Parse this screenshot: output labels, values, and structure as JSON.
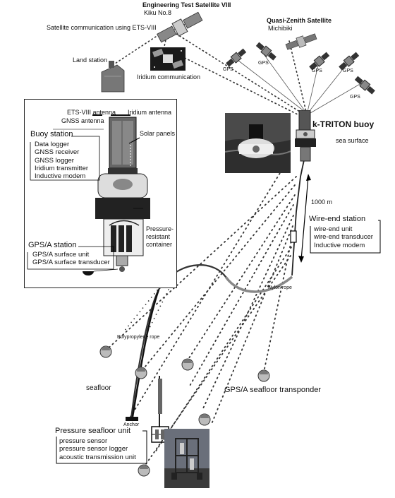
{
  "satellites": {
    "ets8_name": "Engineering Test Satellite VIII",
    "ets8_nickname": "Kiku No.8",
    "qzss_name": "Quasi-Zenith Satellite",
    "qzss_nickname": "Michibiki",
    "gps_label": "GPS"
  },
  "links": {
    "ets8_comm": "Satellite communication using ETS-VIII",
    "land_station": "Land station",
    "iridium_comm": "Iridium communication"
  },
  "buoy": {
    "name": "k-TRITON buoy",
    "sea_surface": "sea surface",
    "depth": "1000 m"
  },
  "inset": {
    "ets8_antenna": "ETS-VIII antenna",
    "iridium_antenna": "Iridium antenna",
    "gnss_antenna": "GNSS antenna",
    "solar_panels": "Solar panels",
    "pressure_container": "Pressure-\nresistant\ncontainer",
    "buoy_station": {
      "title": "Buoy station",
      "items": [
        "Data logger",
        "GNSS receiver",
        "GNSS logger",
        "Iridium transmitter",
        "Inductive modem"
      ]
    },
    "gpsa_station": {
      "title": "GPS/A station",
      "items": [
        "GPS/A surface unit",
        "GPS/A surface transducer"
      ]
    }
  },
  "wire_end": {
    "title": "Wire-end station",
    "items": [
      "wire-end unit",
      "wire-end transducer",
      "Inductive modem"
    ]
  },
  "seafloor": {
    "nylon_rope": "Nylon rope",
    "polypropylene_rope": "Polypropylene rope",
    "seafloor_label": "seafloor",
    "transponder": "GPS/A seafloor transponder",
    "anchor": "Anchor"
  },
  "pressure_unit": {
    "title": "Pressure seafloor unit",
    "items": [
      "pressure sensor",
      "pressure sensor logger",
      "acoustic transmission unit"
    ]
  }
}
